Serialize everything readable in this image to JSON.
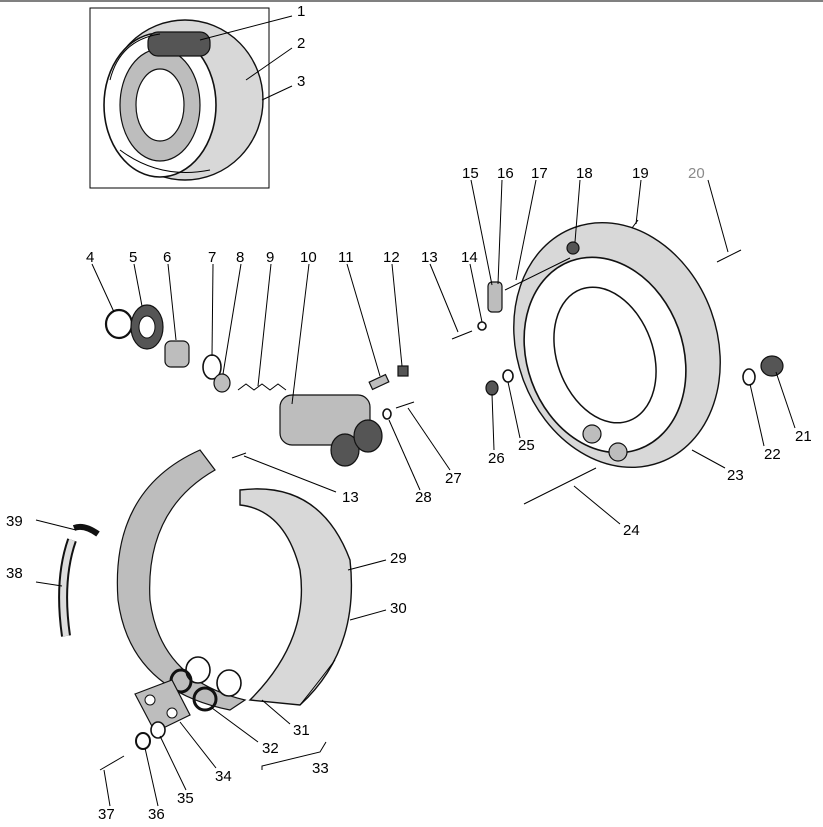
{
  "callouts": [
    {
      "id": "1",
      "label": "1",
      "muted": false
    },
    {
      "id": "2",
      "label": "2",
      "muted": false
    },
    {
      "id": "3",
      "label": "3",
      "muted": false
    },
    {
      "id": "4",
      "label": "4",
      "muted": false
    },
    {
      "id": "5",
      "label": "5",
      "muted": false
    },
    {
      "id": "6",
      "label": "6",
      "muted": false
    },
    {
      "id": "7",
      "label": "7",
      "muted": false
    },
    {
      "id": "8",
      "label": "8",
      "muted": false
    },
    {
      "id": "9",
      "label": "9",
      "muted": false
    },
    {
      "id": "10",
      "label": "10",
      "muted": false
    },
    {
      "id": "11",
      "label": "11",
      "muted": false
    },
    {
      "id": "12",
      "label": "12",
      "muted": false
    },
    {
      "id": "13a",
      "label": "13",
      "muted": false
    },
    {
      "id": "14",
      "label": "14",
      "muted": false
    },
    {
      "id": "15",
      "label": "15",
      "muted": false
    },
    {
      "id": "16",
      "label": "16",
      "muted": false
    },
    {
      "id": "17",
      "label": "17",
      "muted": false
    },
    {
      "id": "18",
      "label": "18",
      "muted": false
    },
    {
      "id": "19",
      "label": "19",
      "muted": false
    },
    {
      "id": "20",
      "label": "20",
      "muted": true
    },
    {
      "id": "21",
      "label": "21",
      "muted": false
    },
    {
      "id": "22",
      "label": "22",
      "muted": false
    },
    {
      "id": "23",
      "label": "23",
      "muted": false
    },
    {
      "id": "24",
      "label": "24",
      "muted": false
    },
    {
      "id": "25",
      "label": "25",
      "muted": false
    },
    {
      "id": "26",
      "label": "26",
      "muted": false
    },
    {
      "id": "27",
      "label": "27",
      "muted": false
    },
    {
      "id": "28",
      "label": "28",
      "muted": false
    },
    {
      "id": "13b",
      "label": "13",
      "muted": false
    },
    {
      "id": "29",
      "label": "29",
      "muted": false
    },
    {
      "id": "30",
      "label": "30",
      "muted": false
    },
    {
      "id": "31",
      "label": "31",
      "muted": false
    },
    {
      "id": "32",
      "label": "32",
      "muted": false
    },
    {
      "id": "33",
      "label": "33",
      "muted": false
    },
    {
      "id": "34",
      "label": "34",
      "muted": false
    },
    {
      "id": "35",
      "label": "35",
      "muted": false
    },
    {
      "id": "36",
      "label": "36",
      "muted": false
    },
    {
      "id": "37",
      "label": "37",
      "muted": false
    },
    {
      "id": "38",
      "label": "38",
      "muted": false
    },
    {
      "id": "39",
      "label": "39",
      "muted": false
    }
  ],
  "colors": {
    "line": "#000000",
    "muted_label": "#8a8a8a",
    "background": "#ffffff"
  }
}
